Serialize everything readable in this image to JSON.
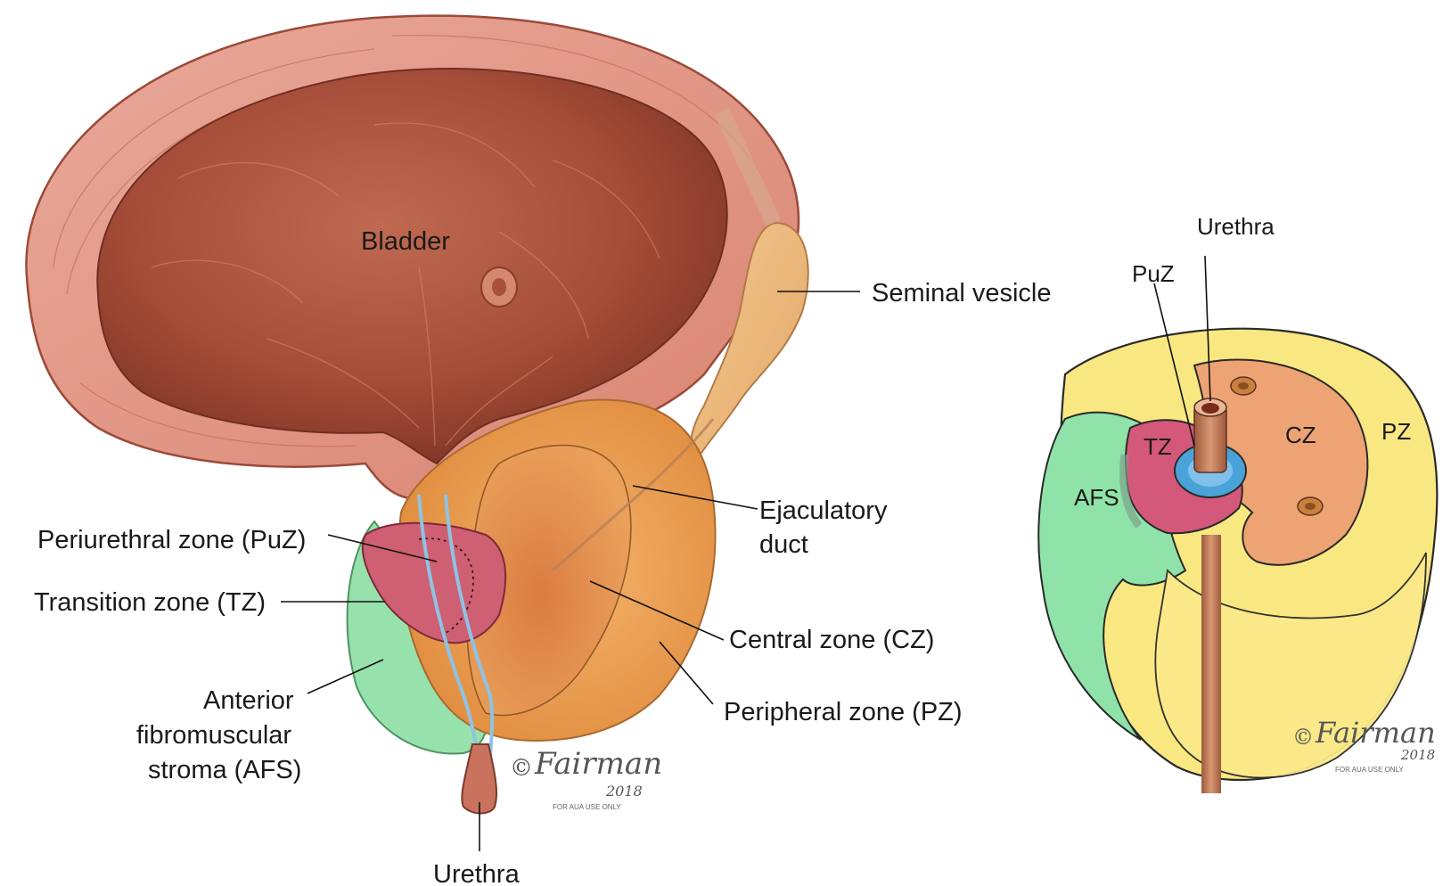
{
  "left_diagram": {
    "labels": {
      "bladder": "Bladder",
      "seminal_vesicle": "Seminal vesicle",
      "ejaculatory_duct_line1": "Ejaculatory",
      "ejaculatory_duct_line2": "duct",
      "central_zone": "Central zone (CZ)",
      "peripheral_zone": "Peripheral zone (PZ)",
      "periurethral_zone": "Periurethral zone (PuZ)",
      "transition_zone": "Transition zone (TZ)",
      "afs_line1": "Anterior",
      "afs_line2": "fibromuscular",
      "afs_line3": "stroma (AFS)",
      "urethra": "Urethra"
    },
    "signature": {
      "copyright": "©",
      "name": "Fairman",
      "year": "2018",
      "note": "FOR AUA USE ONLY"
    }
  },
  "right_diagram": {
    "labels": {
      "urethra": "Urethra",
      "puz": "PuZ",
      "tz": "TZ",
      "cz": "CZ",
      "pz": "PZ",
      "afs": "AFS"
    },
    "signature": {
      "copyright": "©",
      "name": "Fairman",
      "year": "2018",
      "note": "FOR AUA USE ONLY"
    }
  },
  "colors": {
    "bladder_wall": "#e39a8a",
    "bladder_inner": "#a8503c",
    "prostate_orange": "#f0a55a",
    "central_zone": "#e08a4e",
    "peripheral_zone": "#f7e47a",
    "afs_green": "#8fe0a6",
    "tz_pink": "#d2566e",
    "urethra_blue": "#4aa3d8",
    "urethra_tube": "#b8734e"
  }
}
